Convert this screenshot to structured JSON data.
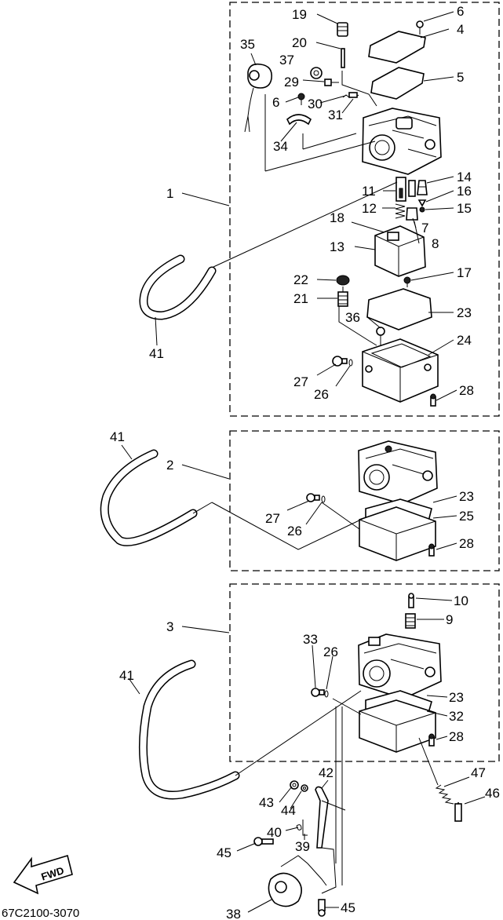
{
  "diagram_code": "67C2100-3070",
  "fwd_label": "FWD",
  "assemblies": [
    {
      "group": "1",
      "label_ids": [
        "19",
        "6",
        "20",
        "4",
        "35",
        "37",
        "29",
        "5",
        "6",
        "30",
        "31",
        "34",
        "14",
        "11",
        "16",
        "7",
        "12",
        "15",
        "18",
        "8",
        "13",
        "17",
        "22",
        "21",
        "23",
        "36",
        "24",
        "27",
        "26",
        "28",
        "41"
      ]
    },
    {
      "group": "2",
      "label_ids": [
        "41",
        "27",
        "26",
        "23",
        "25",
        "28"
      ]
    },
    {
      "group": "3",
      "label_ids": [
        "10",
        "9",
        "33",
        "26",
        "41",
        "23",
        "32",
        "28",
        "47",
        "46",
        "42",
        "43",
        "44",
        "40",
        "39",
        "45",
        "38",
        "45"
      ]
    }
  ],
  "labels": {
    "l1": "1",
    "l2": "2",
    "l3": "3",
    "l4": "4",
    "l5": "5",
    "l6a": "6",
    "l6b": "6",
    "l7": "7",
    "l8": "8",
    "l9": "9",
    "l10": "10",
    "l11": "11",
    "l12": "12",
    "l13": "13",
    "l14": "14",
    "l15": "15",
    "l16": "16",
    "l17": "17",
    "l18": "18",
    "l19": "19",
    "l20": "20",
    "l21": "21",
    "l22": "22",
    "l23a": "23",
    "l23b": "23",
    "l23c": "23",
    "l24": "24",
    "l25": "25",
    "l26a": "26",
    "l26b": "26",
    "l26c": "26",
    "l27a": "27",
    "l27b": "27",
    "l28a": "28",
    "l28b": "28",
    "l28c": "28",
    "l29": "29",
    "l30": "30",
    "l31": "31",
    "l32": "32",
    "l33": "33",
    "l34": "34",
    "l35": "35",
    "l36": "36",
    "l37": "37",
    "l38": "38",
    "l39": "39",
    "l40": "40",
    "l41a": "41",
    "l41b": "41",
    "l41c": "41",
    "l42": "42",
    "l43": "43",
    "l44": "44",
    "l45a": "45",
    "l45b": "45",
    "l46": "46",
    "l47": "47"
  }
}
